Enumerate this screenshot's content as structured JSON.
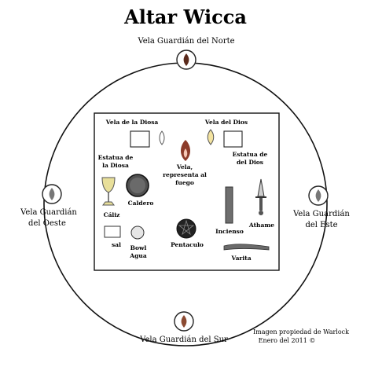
{
  "title": "Altar  Wicca",
  "guardians": {
    "north": "Vela Guardián del Norte",
    "west_line1": "Vela Guardián",
    "west_line2": "del Oeste",
    "east_line1": "Vela Guardián",
    "east_line2": "del Este",
    "south": "Vela Guardián del Sur"
  },
  "altar_items": {
    "vela_diosa": "Vela de la Diosa",
    "vela_dios": "Vela del Dios",
    "estatua_diosa_1": "Estatua de",
    "estatua_diosa_2": "la Diosa",
    "estatua_dios_1": "Estatua de",
    "estatua_dios_2": "del Dios",
    "vela_fuego_1": "Vela,",
    "vela_fuego_2": "representa al",
    "vela_fuego_3": "fuego",
    "caldero": "Caldero",
    "caliz": "Cáliz",
    "sal": "sal",
    "agua_1": "Bowl",
    "agua_2": "Agua",
    "pentaculo": "Pentaculo",
    "incienso": "Incienso",
    "athame": "Athame",
    "varita": "Varita"
  },
  "credit": {
    "line1": "Imagen propiedad de Warlock",
    "line2": "Enero del 2011 ©"
  },
  "colors": {
    "line": "#111111",
    "flame_outer": "#8c3b2a",
    "flame_inner": "#f6c8b6",
    "goblet": "#e8df9a",
    "cauldron": "#505050"
  }
}
